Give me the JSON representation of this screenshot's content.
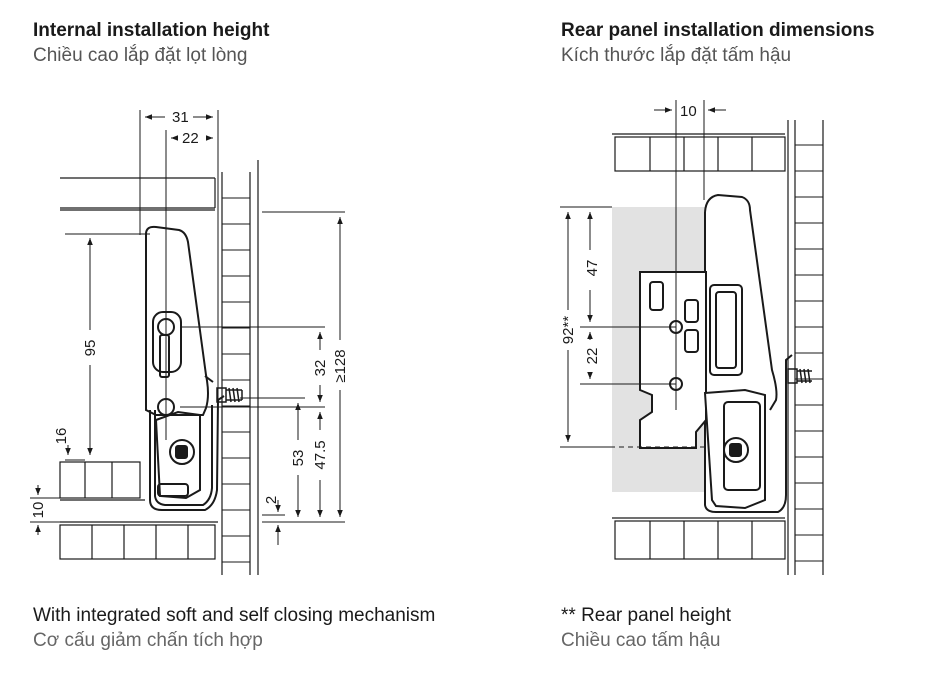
{
  "left_panel": {
    "title": "Internal installation height",
    "subtitle": "Chiều cao lắp đặt lọt lòng",
    "caption": "With integrated soft and self closing mechanism",
    "caption_vi": "Cơ cấu giảm chấn tích hợp",
    "dims": {
      "d31": "31",
      "d22": "22",
      "d95": "95",
      "d16": "16",
      "d10": "10",
      "d32": "32",
      "d128": "≥128",
      "d53": "53",
      "d47_5": "47.5",
      "d2": "2"
    }
  },
  "right_panel": {
    "title": "Rear panel installation dimensions",
    "subtitle": "Kích thước lắp đặt tấm hậu",
    "caption": "** Rear panel height",
    "caption_vi": "Chiều cao tấm hậu",
    "dims": {
      "d10": "10",
      "d47": "47",
      "d92": "92**",
      "d22": "22"
    }
  },
  "colors": {
    "line": "#1a1a1a",
    "rear_panel_fill": "#e2e2e2"
  }
}
